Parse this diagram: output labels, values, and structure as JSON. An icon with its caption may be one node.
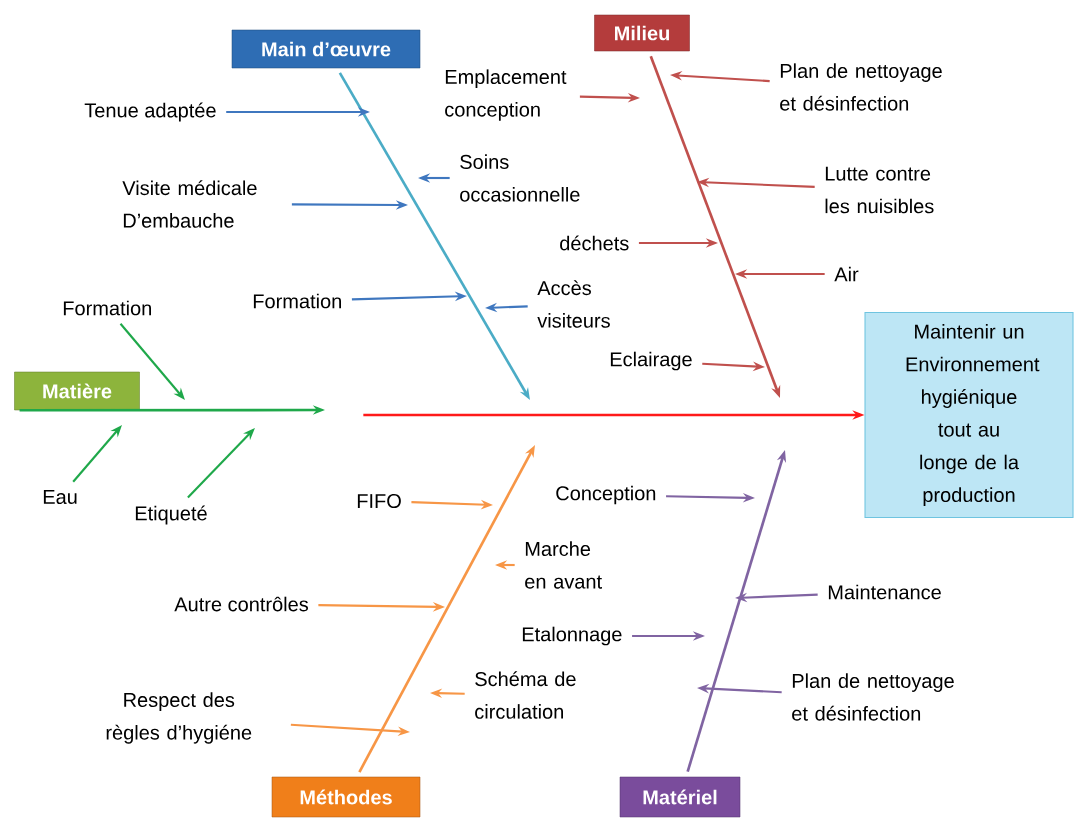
{
  "diagram": {
    "nodes": [
      {
        "text": [
          "Main d’œuvre"
        ]
      },
      {
        "text": [
          "Milieu"
        ]
      },
      {
        "text": [
          "Emplacement conception"
        ]
      },
      {
        "text": [
          "Plan de nettoyage et désinfection"
        ]
      },
      {
        "text": [
          "Tenue adaptée"
        ]
      },
      {
        "text": [
          "Soins occasionnelle"
        ]
      },
      {
        "text": [
          "Visite médicale D’embauche"
        ]
      },
      {
        "text": [
          "Lutte contre les nuisibles"
        ]
      },
      {
        "text": [
          "déchets"
        ]
      },
      {
        "text": [
          "Air"
        ]
      },
      {
        "text": [
          "Formation"
        ]
      },
      {
        "text": [
          "Formation"
        ]
      },
      {
        "text": [
          "Accès visiteurs"
        ]
      },
      {
        "text": [
          "Maintenir un Environnement hygiénique tout au longe de la production"
        ]
      },
      {
        "text": [
          "Matière"
        ]
      },
      {
        "text": [
          "Eclairage"
        ]
      },
      {
        "text": [
          "FIFO"
        ]
      },
      {
        "text": [
          "Conception"
        ]
      },
      {
        "text": [
          "Eau"
        ]
      },
      {
        "text": [
          "Etiqueté"
        ]
      },
      {
        "text": [
          "Marche en avant"
        ]
      },
      {
        "text": [
          "Maintenance"
        ]
      },
      {
        "text": [
          "Autre contrôles"
        ]
      },
      {
        "text": [
          "Etalonnage"
        ]
      },
      {
        "text": [
          "Schéma de circulation"
        ]
      },
      {
        "text": [
          "Plan de nettoyage et désinfection"
        ]
      },
      {
        "text": [
          "Respect des règles d’hygiéne"
        ]
      },
      {
        "text": [
          "Méthodes"
        ]
      },
      {
        "text": [
          "Matériel"
        ]
      }
    ],
    "edges": [
      {
        "from": 0,
        "to": null,
        "arrow": "to",
        "color": "#4bacc6"
      },
      {
        "from": 1,
        "to": null,
        "arrow": "to",
        "color": "#c0504d"
      },
      {
        "from": 14,
        "to": null,
        "arrow": "to",
        "color": "#1fa84a"
      },
      {
        "from": null,
        "to": 13,
        "arrow": "to",
        "color": "#ff1a1a"
      },
      {
        "from": 27,
        "to": null,
        "arrow": "to",
        "color": "#f79646"
      },
      {
        "from": 28,
        "to": null,
        "arrow": "to",
        "color": "#8064a2"
      },
      {
        "from": 2,
        "to": null,
        "arrow": "to",
        "color": "#c0504d"
      },
      {
        "from": 3,
        "to": null,
        "arrow": "to",
        "color": "#c0504d"
      },
      {
        "from": 4,
        "to": null,
        "arrow": "to",
        "color": "#3f77bf"
      },
      {
        "from": 5,
        "to": null,
        "arrow": "to",
        "color": "#3f77bf"
      },
      {
        "from": 6,
        "to": null,
        "arrow": "to",
        "color": "#3f77bf"
      },
      {
        "from": 7,
        "to": null,
        "arrow": "to",
        "color": "#c0504d"
      },
      {
        "from": 8,
        "to": null,
        "arrow": "to",
        "color": "#c0504d"
      },
      {
        "from": 9,
        "to": null,
        "arrow": "to",
        "color": "#c0504d"
      },
      {
        "from": 10,
        "to": null,
        "arrow": "to",
        "color": "#1fa84a"
      },
      {
        "from": 11,
        "to": null,
        "arrow": "to",
        "color": "#3f77bf"
      },
      {
        "from": 12,
        "to": null,
        "arrow": "to",
        "color": "#3f77bf"
      },
      {
        "from": 15,
        "to": null,
        "arrow": "to",
        "color": "#c0504d"
      },
      {
        "from": 16,
        "to": null,
        "arrow": "to",
        "color": "#f79646"
      },
      {
        "from": 17,
        "to": null,
        "arrow": "to",
        "color": "#8064a2"
      },
      {
        "from": 18,
        "to": null,
        "arrow": "to",
        "color": "#1fa84a"
      },
      {
        "from": 19,
        "to": null,
        "arrow": "to",
        "color": "#1fa84a"
      },
      {
        "from": 20,
        "to": null,
        "arrow": "to",
        "color": "#f79646"
      },
      {
        "from": 21,
        "to": null,
        "arrow": "to",
        "color": "#8064a2"
      },
      {
        "from": 22,
        "to": null,
        "arrow": "to",
        "color": "#f79646"
      },
      {
        "from": 23,
        "to": null,
        "arrow": "to",
        "color": "#8064a2"
      },
      {
        "from": 24,
        "to": null,
        "arrow": "to",
        "color": "#f79646"
      },
      {
        "from": 25,
        "to": null,
        "arrow": "to",
        "color": "#8064a2"
      },
      {
        "from": 26,
        "to": null,
        "arrow": "to",
        "color": "#f79646"
      }
    ]
  }
}
